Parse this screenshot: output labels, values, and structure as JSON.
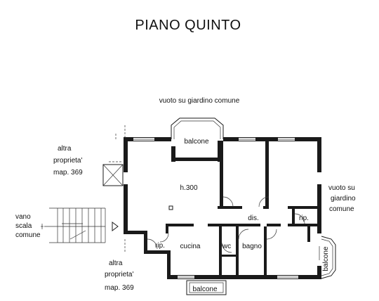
{
  "title": "PIANO QUINTO",
  "labels": {
    "vuoto_top": "vuoto su giardino comune",
    "altra_top_1": "altra",
    "altra_top_2": "proprieta'",
    "altra_top_3": "map. 369",
    "vano_1": "vano",
    "vano_2": "scala",
    "vano_3": "comune",
    "altra_bot_1": "altra",
    "altra_bot_2": "proprieta'",
    "altra_bot_3": "map. 369",
    "vuoto_right_1": "vuoto su",
    "vuoto_right_2": "giardino",
    "vuoto_right_3": "comune",
    "balcone_top": "balcone",
    "height": "h.300",
    "dis": "dis.",
    "rip_right": "rip.",
    "rip_left": "rip.",
    "cucina": "cucina",
    "wc": "wc",
    "bagno": "bagno",
    "balcone_bottom": "balcone",
    "balcone_right": "balcone"
  }
}
